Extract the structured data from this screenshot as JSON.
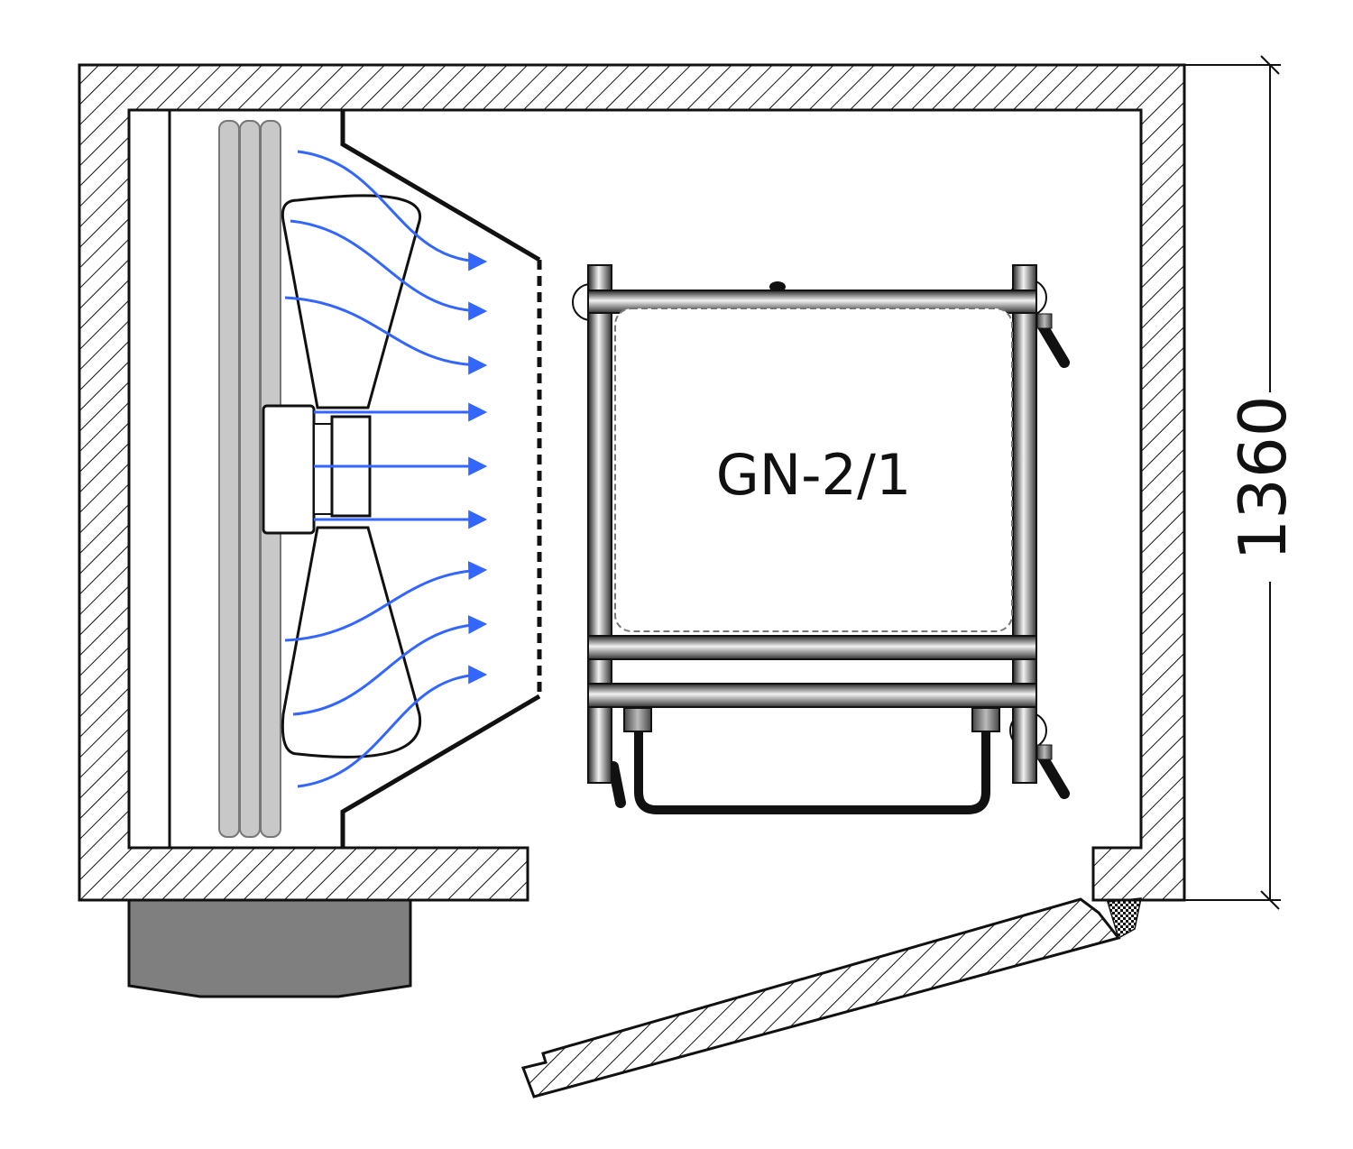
{
  "labels": {
    "tray": "GN-2/1",
    "dimension": "1360"
  },
  "airflow": {
    "arrow_count": 9
  },
  "colors": {
    "airflow": "#3366ff",
    "compressor": "#7f7f7f",
    "coil": "#c8c8c8",
    "wall_outline": "#111111"
  }
}
